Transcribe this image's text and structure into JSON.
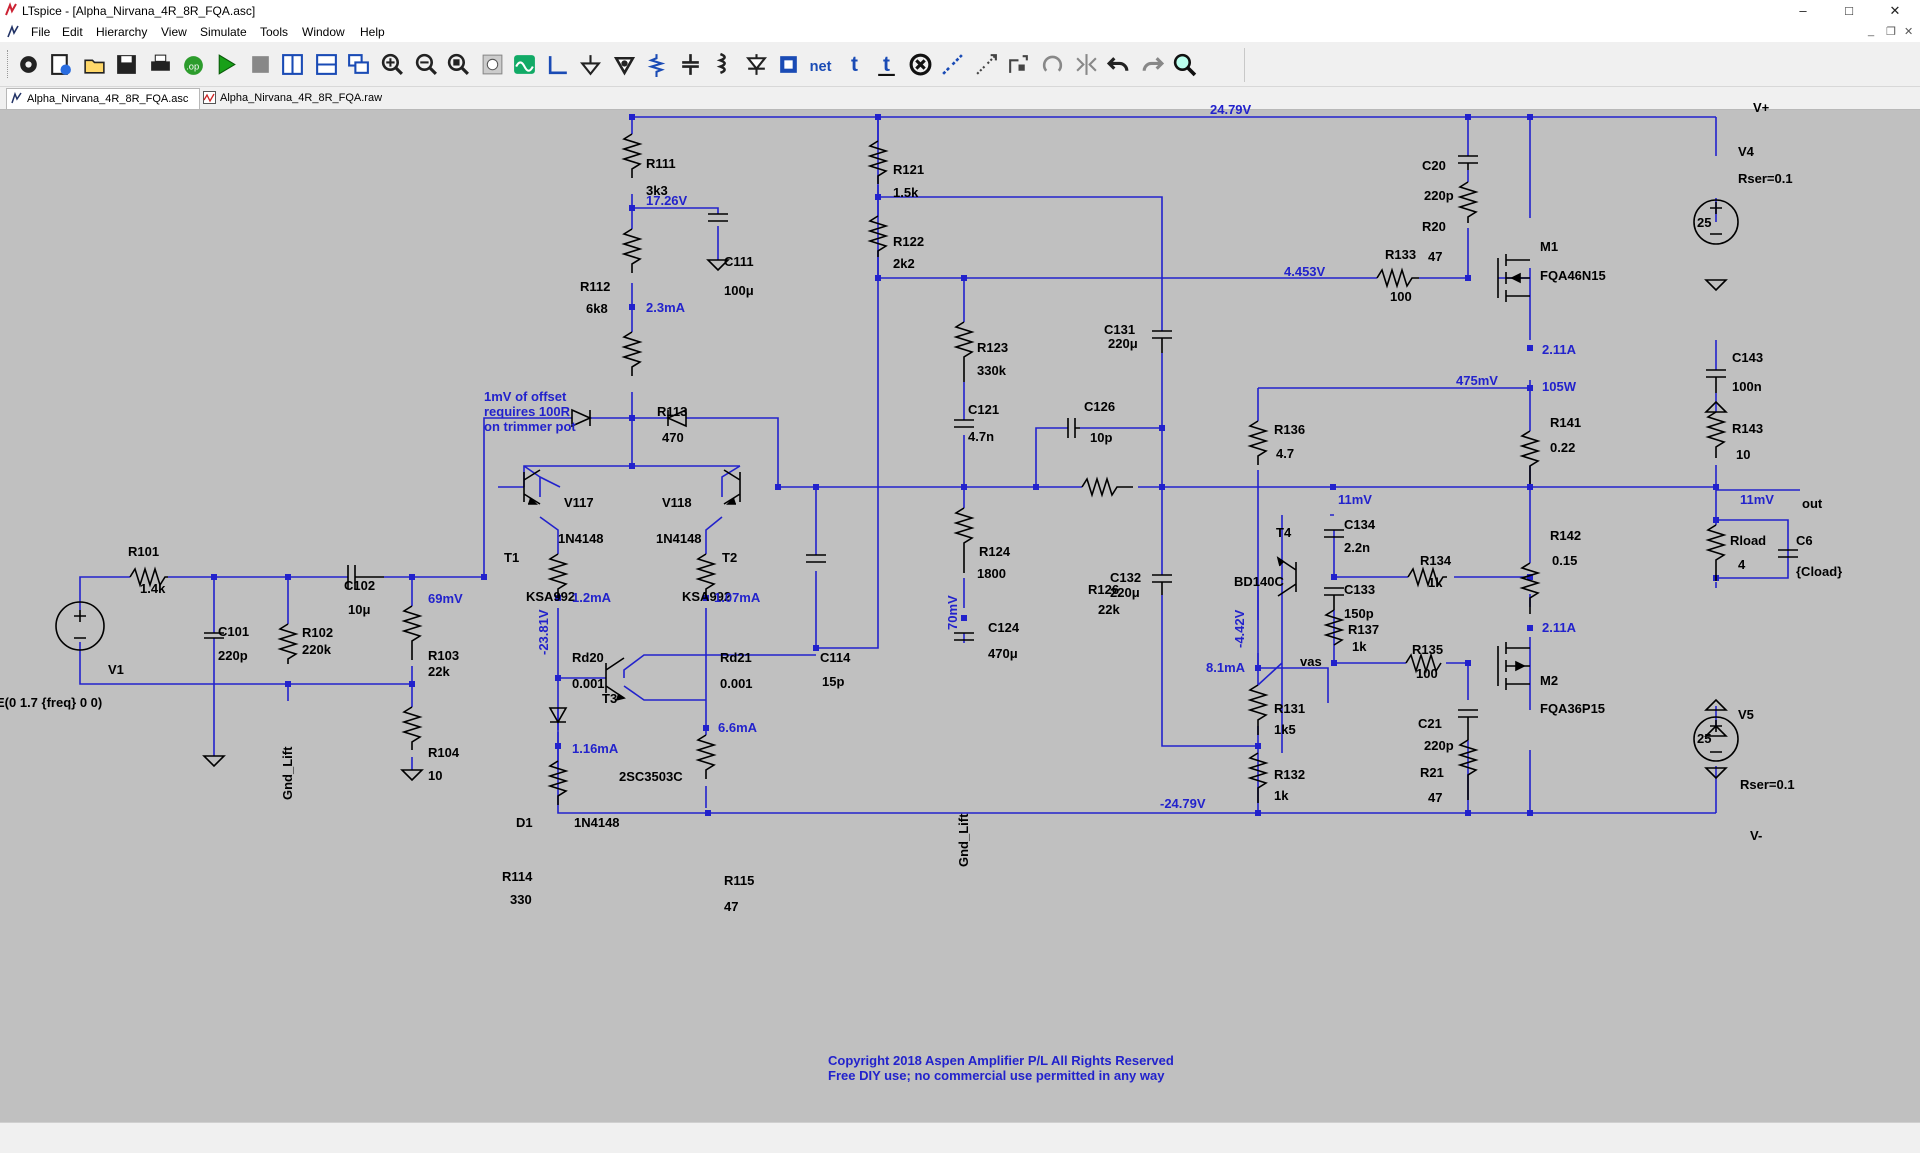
{
  "app": {
    "title": "LTspice - [Alpha_Nirvana_4R_8R_FQA.asc]",
    "window_controls": {
      "minimize": "–",
      "maximize": "□",
      "close": "✕"
    }
  },
  "menu": [
    "File",
    "Edit",
    "Hierarchy",
    "View",
    "Simulate",
    "Tools",
    "Window",
    "Help"
  ],
  "toolbar": [
    {
      "id": "settings",
      "icon": "settings-hammer-icon"
    },
    {
      "id": "new-schematic",
      "icon": "new-schematic-icon"
    },
    {
      "id": "open",
      "icon": "open-folder-icon"
    },
    {
      "id": "save",
      "icon": "save-icon"
    },
    {
      "id": "print",
      "icon": "print-icon"
    },
    {
      "id": "control-panel",
      "icon": "control-panel-icon"
    },
    {
      "id": "run",
      "icon": "run-icon"
    },
    {
      "id": "halt",
      "icon": "halt-icon"
    },
    {
      "id": "tile-vertical",
      "icon": "tile-vertical-icon"
    },
    {
      "id": "tile-horizontal",
      "icon": "tile-horizontal-icon"
    },
    {
      "id": "cascade",
      "icon": "cascade-windows-icon"
    },
    {
      "id": "zoom-in",
      "icon": "zoom-in-icon"
    },
    {
      "id": "zoom-out",
      "icon": "zoom-out-icon"
    },
    {
      "id": "zoom-full",
      "icon": "zoom-fit-icon"
    },
    {
      "id": "zoom-area",
      "icon": "zoom-area-icon"
    },
    {
      "id": "autoscale",
      "icon": "autoscale-icon"
    },
    {
      "id": "wire",
      "icon": "wire-icon"
    },
    {
      "id": "ground",
      "icon": "ground-icon"
    },
    {
      "id": "label-net",
      "icon": "label-net-icon"
    },
    {
      "id": "resistor",
      "icon": "resistor-icon"
    },
    {
      "id": "capacitor",
      "icon": "capacitor-icon"
    },
    {
      "id": "inductor",
      "icon": "inductor-icon"
    },
    {
      "id": "diode",
      "icon": "diode-icon"
    },
    {
      "id": "component",
      "icon": "component-icon"
    },
    {
      "id": "netlist",
      "icon": "netlist-icon",
      "text": "net"
    },
    {
      "id": "text",
      "icon": "text-icon",
      "text": "t"
    },
    {
      "id": "spice-directive",
      "icon": "spice-directive-icon",
      "text": "t"
    },
    {
      "id": "delete",
      "icon": "delete-icon"
    },
    {
      "id": "duplicate",
      "icon": "duplicate-icon"
    },
    {
      "id": "move",
      "icon": "move-icon"
    },
    {
      "id": "drag",
      "icon": "drag-icon"
    },
    {
      "id": "rotate",
      "icon": "rotate-icon"
    },
    {
      "id": "mirror",
      "icon": "mirror-icon"
    },
    {
      "id": "undo",
      "icon": "undo-icon"
    },
    {
      "id": "redo",
      "icon": "redo-icon"
    },
    {
      "id": "find",
      "icon": "find-icon"
    }
  ],
  "tabs": [
    {
      "label": "Alpha_Nirvana_4R_8R_FQA.asc",
      "icon": "schematic-icon",
      "active": true
    },
    {
      "label": "Alpha_Nirvana_4R_8R_FQA.raw",
      "icon": "waveform-icon",
      "active": false
    }
  ],
  "schematic": {
    "colors": {
      "background": "#c0c0c0",
      "wire": "#2222cc",
      "component": "#000000",
      "node_label": "#2222cc"
    },
    "components": [
      {
        "ref": "R101",
        "value": "1.4k"
      },
      {
        "ref": "C101",
        "value": "220p"
      },
      {
        "ref": "R102",
        "value": "220k"
      },
      {
        "ref": "C102",
        "value": "10μ"
      },
      {
        "ref": "R103",
        "value": "22k"
      },
      {
        "ref": "R104",
        "value": "10"
      },
      {
        "ref": "V1",
        "value": "E(0 1.7 {freq} 0 0)"
      },
      {
        "ref": "R111",
        "value": "3k3"
      },
      {
        "ref": "C111",
        "value": "100μ"
      },
      {
        "ref": "R112",
        "value": "6k8"
      },
      {
        "ref": "R113",
        "value": "470"
      },
      {
        "ref": "V117",
        "value": "1N4148"
      },
      {
        "ref": "V118",
        "value": "1N4148"
      },
      {
        "ref": "T1",
        "value": "KSA992"
      },
      {
        "ref": "T2",
        "value": "KSA992"
      },
      {
        "ref": "Rd20",
        "value": "0.001"
      },
      {
        "ref": "Rd21",
        "value": "0.001"
      },
      {
        "ref": "C114",
        "value": "15p"
      },
      {
        "ref": "T3",
        "value": "2SC3503C"
      },
      {
        "ref": "D1",
        "value": "1N4148"
      },
      {
        "ref": "R114",
        "value": "330"
      },
      {
        "ref": "R115",
        "value": "47"
      },
      {
        "ref": "R121",
        "value": "1.5k"
      },
      {
        "ref": "R122",
        "value": "2k2"
      },
      {
        "ref": "R123",
        "value": "330k"
      },
      {
        "ref": "C121",
        "value": "4.7n"
      },
      {
        "ref": "R124",
        "value": "1800"
      },
      {
        "ref": "C124",
        "value": "470μ"
      },
      {
        "ref": "C126",
        "value": "10p"
      },
      {
        "ref": "R126",
        "value": "22k"
      },
      {
        "ref": "C131",
        "value": "220μ"
      },
      {
        "ref": "C132",
        "value": "220μ"
      },
      {
        "ref": "R133",
        "value": "100"
      },
      {
        "ref": "C20",
        "value": "220p"
      },
      {
        "ref": "R20",
        "value": "47"
      },
      {
        "ref": "M1",
        "value": "FQA46N15"
      },
      {
        "ref": "R136",
        "value": "4.7"
      },
      {
        "ref": "T4",
        "value": "BD140C"
      },
      {
        "ref": "C134",
        "value": "2.2n"
      },
      {
        "ref": "C133",
        "value": "150p"
      },
      {
        "ref": "R134",
        "value": "1k"
      },
      {
        "ref": "R137",
        "value": "1k"
      },
      {
        "ref": "R135",
        "value": "100"
      },
      {
        "ref": "R131",
        "value": "1k5"
      },
      {
        "ref": "R132",
        "value": "1k"
      },
      {
        "ref": "M2",
        "value": "FQA36P15"
      },
      {
        "ref": "C21",
        "value": "220p"
      },
      {
        "ref": "R21",
        "value": "47"
      },
      {
        "ref": "R141",
        "value": "0.22"
      },
      {
        "ref": "R142",
        "value": "0.15"
      },
      {
        "ref": "V4",
        "value": "25",
        "extra": "Rser=0.1"
      },
      {
        "ref": "V5",
        "value": "25",
        "extra": "Rser=0.1"
      },
      {
        "ref": "C143",
        "value": "100n"
      },
      {
        "ref": "R143",
        "value": "10"
      },
      {
        "ref": "Rload",
        "value": "4"
      },
      {
        "ref": "C6",
        "value": "{Cload}"
      }
    ],
    "net_labels": [
      "Gnd_Lift",
      "Gnd_Lift",
      "vas",
      "out",
      "V+",
      "V-"
    ],
    "node_annotations": [
      "24.79V",
      "17.26V",
      "2.3mA",
      "69mV",
      "1.2mA",
      "1.07mA",
      "-23.81V",
      "1.16mA",
      "6.6mA",
      "70mV",
      "4.453V",
      "2.11A",
      "475mV",
      "105W",
      "11mV",
      "11mV",
      "-4.42V",
      "8.1mA",
      "2.11A",
      "-24.79V"
    ],
    "comment": [
      "1mV of offset",
      "requires 100R",
      "on trimmer pot"
    ],
    "copyright": [
      "Copyright 2018 Aspen Amplifier P/L All Rights Reserved",
      "Free DIY use;  no commercial use permitted in any way"
    ]
  }
}
